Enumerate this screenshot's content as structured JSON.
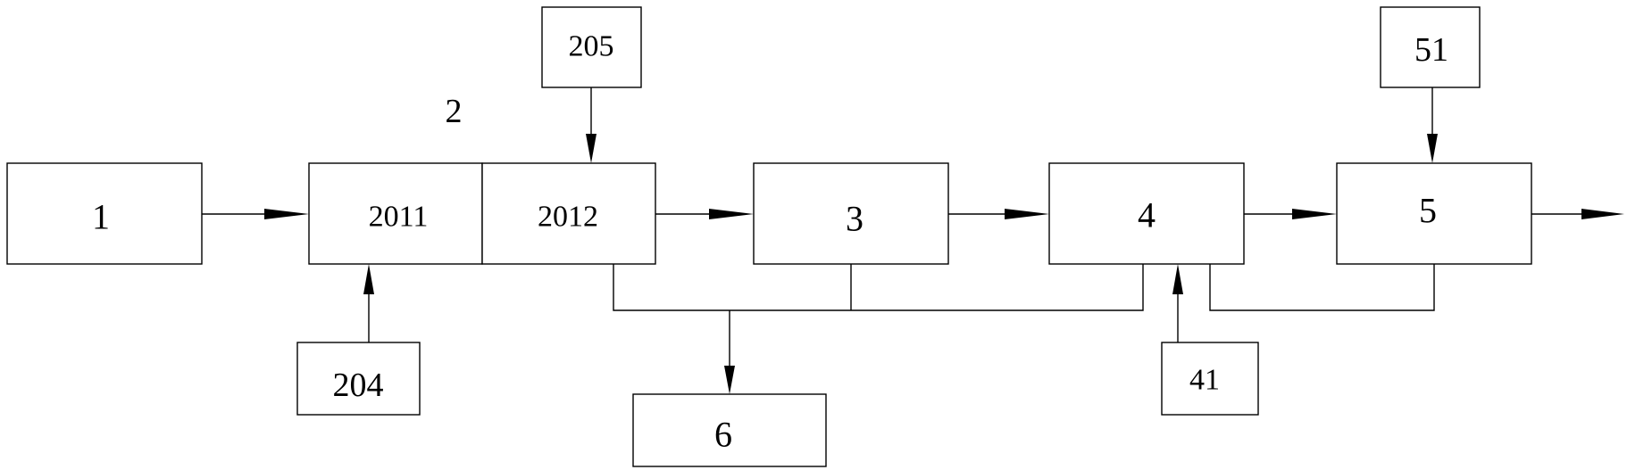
{
  "diagram": {
    "group_label": "2",
    "blocks": {
      "b1": "1",
      "b2011": "2011",
      "b2012": "2012",
      "b3": "3",
      "b4": "4",
      "b5": "5",
      "b6": "6",
      "b204": "204",
      "b205": "205",
      "b41": "41",
      "b51": "51"
    }
  }
}
